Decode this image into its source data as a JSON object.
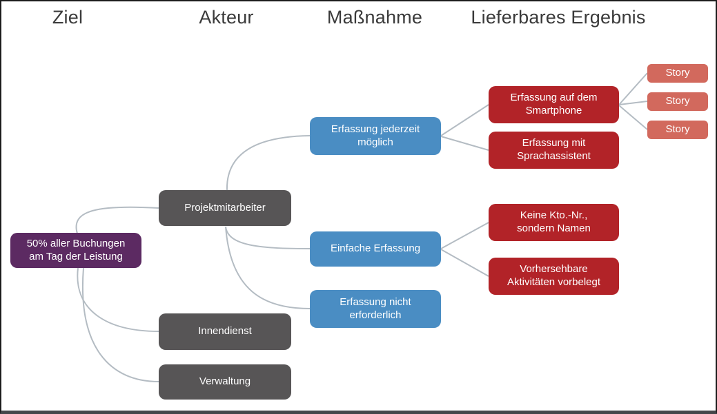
{
  "header": {
    "columns": [
      "Ziel",
      "Akteur",
      "Maßnahme",
      "Lieferbares Ergebnis"
    ]
  },
  "nodes": {
    "goal": {
      "label": "50% aller Buchungen\nam Tag der Leistung"
    },
    "actors": [
      {
        "label": "Projektmitarbeiter"
      },
      {
        "label": "Innendienst"
      },
      {
        "label": "Verwaltung"
      }
    ],
    "measures": [
      {
        "label": "Erfassung jederzeit\nmöglich"
      },
      {
        "label": "Einfache Erfassung"
      },
      {
        "label": "Erfassung nicht\nerforderlich"
      }
    ],
    "deliverables": [
      {
        "label": "Erfassung auf dem\nSmartphone"
      },
      {
        "label": "Erfassung mit\nSprachassistent"
      },
      {
        "label": "Keine Kto.-Nr.,\nsondern Namen"
      },
      {
        "label": "Vorhersehbare\nAktivitäten vorbelegt"
      }
    ],
    "stories": [
      {
        "label": "Story"
      },
      {
        "label": "Story"
      },
      {
        "label": "Story"
      }
    ]
  },
  "edges": [
    {
      "from": "50% aller Buchungen am Tag der Leistung",
      "to": "Projektmitarbeiter"
    },
    {
      "from": "50% aller Buchungen am Tag der Leistung",
      "to": "Innendienst"
    },
    {
      "from": "50% aller Buchungen am Tag der Leistung",
      "to": "Verwaltung"
    },
    {
      "from": "Projektmitarbeiter",
      "to": "Erfassung jederzeit möglich"
    },
    {
      "from": "Projektmitarbeiter",
      "to": "Einfache Erfassung"
    },
    {
      "from": "Projektmitarbeiter",
      "to": "Erfassung nicht erforderlich"
    },
    {
      "from": "Erfassung jederzeit möglich",
      "to": "Erfassung auf dem Smartphone"
    },
    {
      "from": "Erfassung jederzeit möglich",
      "to": "Erfassung mit Sprachassistent"
    },
    {
      "from": "Einfache Erfassung",
      "to": "Keine Kto.-Nr., sondern Namen"
    },
    {
      "from": "Einfache Erfassung",
      "to": "Vorhersehbare Aktivitäten vorbelegt"
    },
    {
      "from": "Erfassung auf dem Smartphone",
      "to": "Story"
    },
    {
      "from": "Erfassung auf dem Smartphone",
      "to": "Story"
    },
    {
      "from": "Erfassung auf dem Smartphone",
      "to": "Story"
    }
  ],
  "colors": {
    "goal": "#5c2a62",
    "actor": "#575556",
    "measure": "#4a8dc3",
    "deliverable": "#b22328",
    "story": "#d2695d",
    "connector": "#b4bcc3",
    "header_text": "#3a3a3a"
  }
}
